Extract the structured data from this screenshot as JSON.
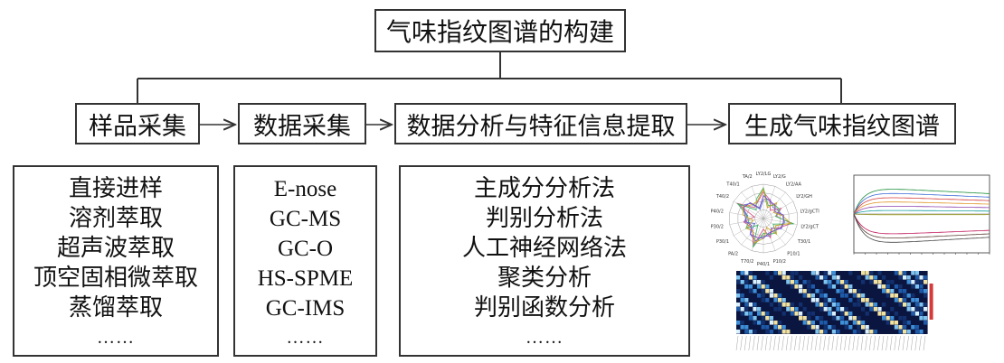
{
  "title": "气味指纹图谱的构建",
  "steps": [
    {
      "label": "样品采集"
    },
    {
      "label": "数据采集"
    },
    {
      "label": "数据分析与特征信息提取"
    },
    {
      "label": "生成气味指纹图谱"
    }
  ],
  "lists": {
    "sampling": [
      "直接进样",
      "溶剂萃取",
      "超声波萃取",
      "顶空固相微萃取",
      "蒸馏萃取",
      "……"
    ],
    "acquisition": [
      "E-nose",
      "GC-MS",
      "GC-O",
      "HS-SPME",
      "GC-IMS",
      "……"
    ],
    "analysis": [
      "主成分分析法",
      "判别分析法",
      "人工神经网络法",
      "聚类分析",
      "判别函数分析",
      "……"
    ]
  },
  "radar": {
    "axes": [
      "LY2/LG",
      "LY2/G",
      "LY2/AA",
      "LY2/GH",
      "LY2/gCTl",
      "LY2/gCT",
      "T30/1",
      "P10/1",
      "P10/2",
      "P40/1",
      "T70/2",
      "PA/2",
      "P30/1",
      "P30/2",
      "P40/2",
      "T40/2",
      "T40/1",
      "TA/2"
    ]
  },
  "colors": {
    "line": "#333333",
    "heat_dark": "#0a1640"
  }
}
